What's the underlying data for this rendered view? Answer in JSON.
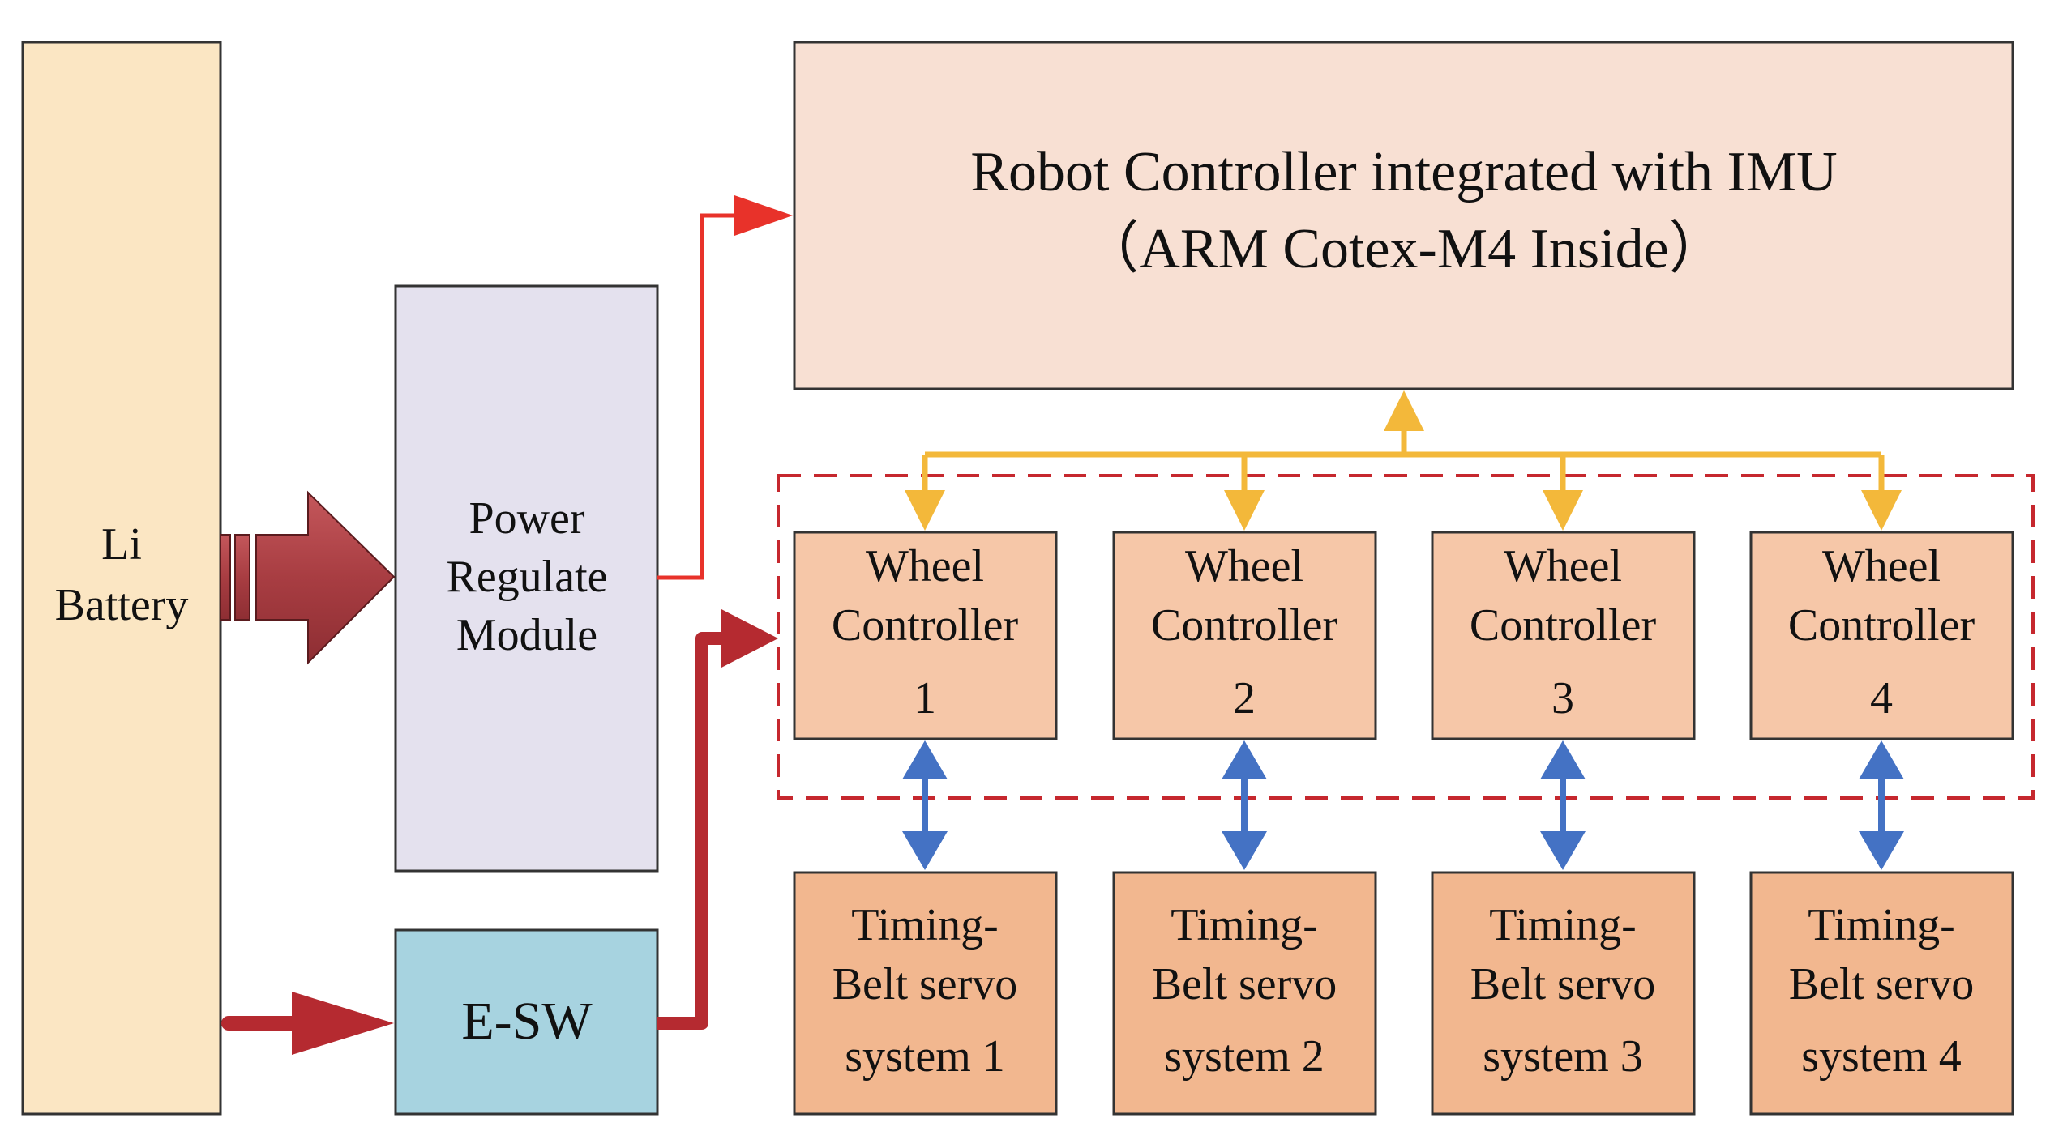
{
  "battery": {
    "line1": "Li",
    "line2": "Battery"
  },
  "power_module": {
    "line1": "Power",
    "line2": "Regulate",
    "line3": "Module"
  },
  "esw": {
    "label": "E-SW"
  },
  "robot_controller": {
    "line1": "Robot  Controller integrated with IMU",
    "line2": "（ARM Cotex-M4 Inside）"
  },
  "wheel_controllers": [
    {
      "line1": "Wheel",
      "line2": "Controller",
      "num": "1"
    },
    {
      "line1": "Wheel",
      "line2": "Controller",
      "num": "2"
    },
    {
      "line1": "Wheel",
      "line2": "Controller",
      "num": "3"
    },
    {
      "line1": "Wheel",
      "line2": "Controller",
      "num": "4"
    }
  ],
  "servo_systems": [
    {
      "line1": "Timing-",
      "line2": "Belt servo",
      "line3": "system 1"
    },
    {
      "line1": "Timing-",
      "line2": "Belt servo",
      "line3": "system 2"
    },
    {
      "line1": "Timing-",
      "line2": "Belt servo",
      "line3": "system 3"
    },
    {
      "line1": "Timing-",
      "line2": "Belt servo",
      "line3": "system 4"
    }
  ],
  "colors": {
    "battery_fill": "#FBE6C3",
    "power_fill": "#E4E1EE",
    "esw_fill": "#A7D3E0",
    "controller_fill": "#F8E0D3",
    "wheel_fill": "#F6C7A8",
    "servo_fill": "#F2B78F",
    "red_line": "#E8322A",
    "dark_red": "#B52A30",
    "bus_orange": "#F3B83A",
    "blue_arrow": "#4472C4"
  }
}
